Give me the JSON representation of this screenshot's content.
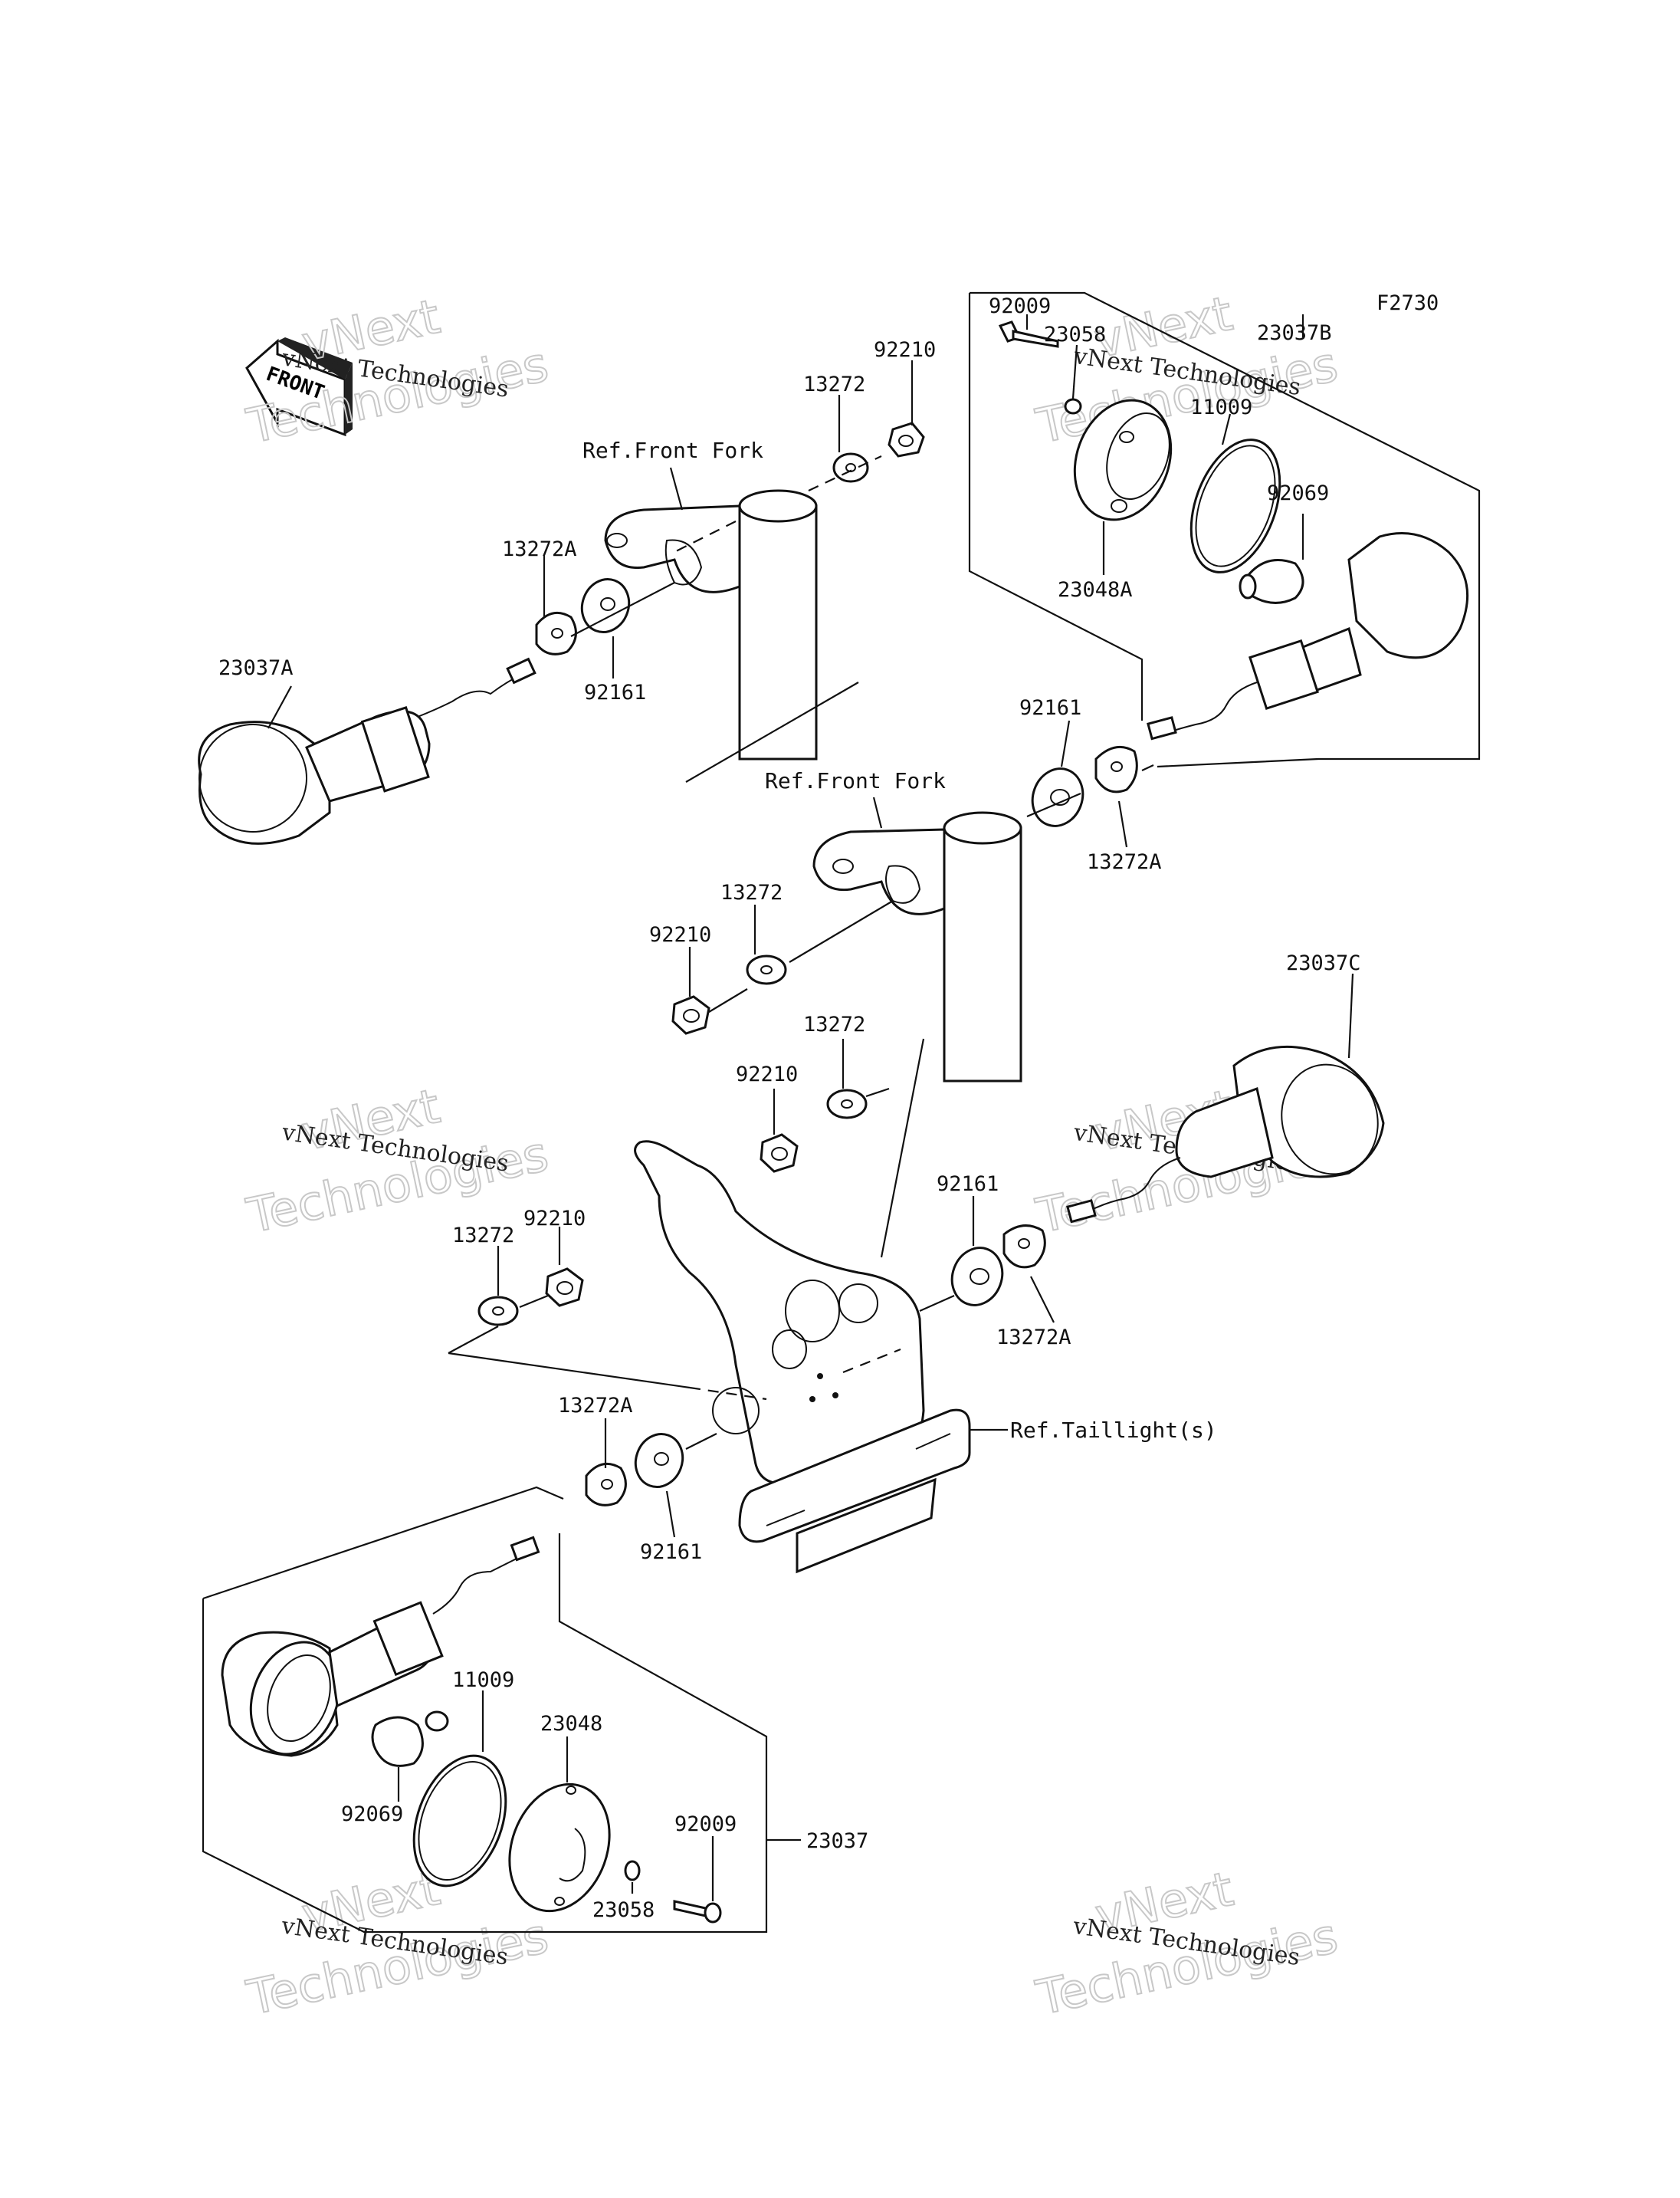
{
  "figure_code": "F2730",
  "front_arrow_text": "FRONT",
  "watermark": {
    "line1": "vNext Technologies",
    "line2": "vNext",
    "line3": "Technologies"
  },
  "refs": {
    "front_fork_upper": "Ref.Front Fork",
    "front_fork_middle": "Ref.Front Fork",
    "taillight": "Ref.Taillight(s)"
  },
  "parts": {
    "p92009_top": "92009",
    "p23058_top": "23058",
    "p23037B": "23037B",
    "p11009_top": "11009",
    "p92069_top": "92069",
    "p23048A": "23048A",
    "p92210_top": "92210",
    "p13272_top": "13272",
    "p13272A_left": "13272A",
    "p92161_left": "92161",
    "p23037A": "23037A",
    "p92161_right": "92161",
    "p13272A_right": "13272A",
    "p13272_mid": "13272",
    "p92210_mid": "92210",
    "p13272_low": "13272",
    "p92210_low": "92210",
    "p23037C": "23037C",
    "p92210_bl": "92210",
    "p13272_bl": "13272",
    "p92161_rr": "92161",
    "p13272A_rr": "13272A",
    "p13272A_bot": "13272A",
    "p92161_bot": "92161",
    "p11009_bot": "11009",
    "p23048": "23048",
    "p92069_bot": "92069",
    "p92009_bot": "92009",
    "p23037": "23037",
    "p23058_bot": "23058"
  }
}
